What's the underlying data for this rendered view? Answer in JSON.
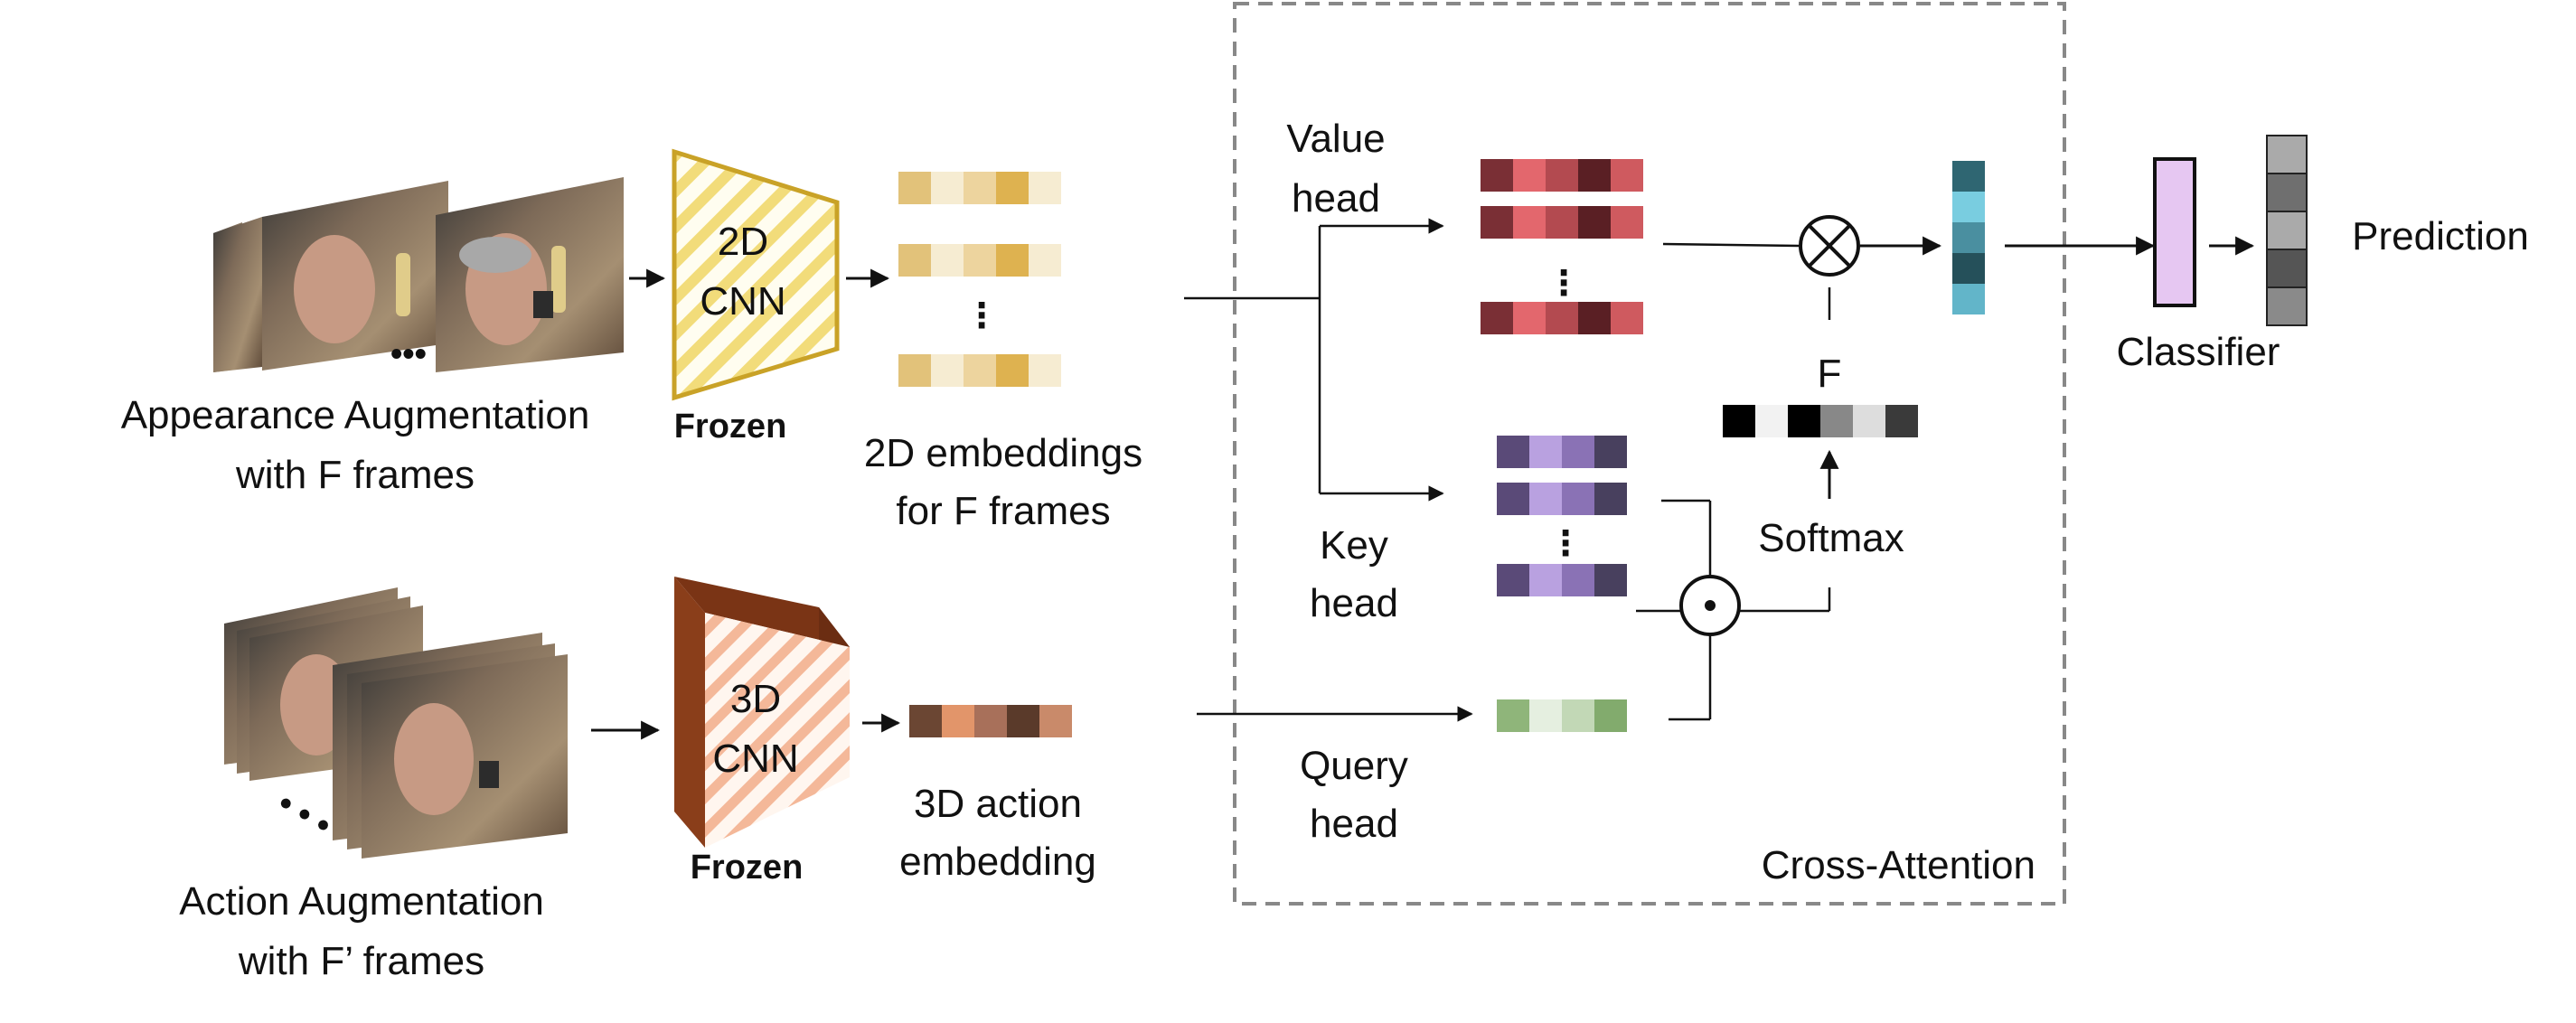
{
  "labels": {
    "appearance_line1": "Appearance Augmentation",
    "appearance_line2": "with F frames",
    "action_line1": "Action Augmentation",
    "action_line2": "with F’ frames",
    "cnn2d_line1": "2D",
    "cnn2d_line2": "CNN",
    "cnn3d_line1": "3D",
    "cnn3d_line2": "CNN",
    "frozen_top": "Frozen",
    "frozen_bottom": "Frozen",
    "emb2d_line1": "2D embeddings",
    "emb2d_line2": "for F frames",
    "emb3d_line1": "3D action",
    "emb3d_line2": "embedding",
    "value_line1": "Value",
    "value_line2": "head",
    "key_line1": "Key",
    "key_line2": "head",
    "query_line1": "Query",
    "query_line2": "head",
    "softmax": "Softmax",
    "f_label": "F",
    "classifier": "Classifier",
    "prediction": "Prediction",
    "cross_attention": "Cross-Attention",
    "ellipsis_top": "•••",
    "ellipsis_bottom": "• • •",
    "vdots": "⋮",
    "otimes": "⊗",
    "odot": "⊙"
  },
  "colors": {
    "cnn2d_border": "#c9a227",
    "cnn2d_stripe": "#f2dc7a",
    "cnn3d_side": "#8a3e1a",
    "cnn3d_stripe": "#f4b899",
    "emb2d": [
      "#e2c27a",
      "#f6ecd2",
      "#edd49e",
      "#deb250",
      "#f6ecd2"
    ],
    "emb3d": [
      "#6b4633",
      "#e2956a",
      "#a8705a",
      "#5a3a2a",
      "#c98a6a"
    ],
    "value": [
      "#7a2f35",
      "#e3676d",
      "#b34a50",
      "#5a1f24",
      "#cf5a5f"
    ],
    "key": [
      "#5a4a78",
      "#b9a1e0",
      "#8a72b5",
      "#48405e"
    ],
    "query": [
      "#8fb57a",
      "#e5efe0",
      "#c2d8b6",
      "#82ab6d"
    ],
    "f_vector": [
      "#000000",
      "#f2f2f2",
      "#000000",
      "#888888",
      "#dddddd",
      "#3a3a3a"
    ],
    "output": [
      "#2f6672",
      "#79cde0",
      "#4a8fa0",
      "#25505a",
      "#62b5c9"
    ],
    "classifier_fill": "#e6c7f2",
    "prediction": [
      "#aaaaaa",
      "#6f6f6f",
      "#aaaaaa",
      "#555555",
      "#8a8a8a"
    ],
    "dashed_box": "#888888"
  }
}
